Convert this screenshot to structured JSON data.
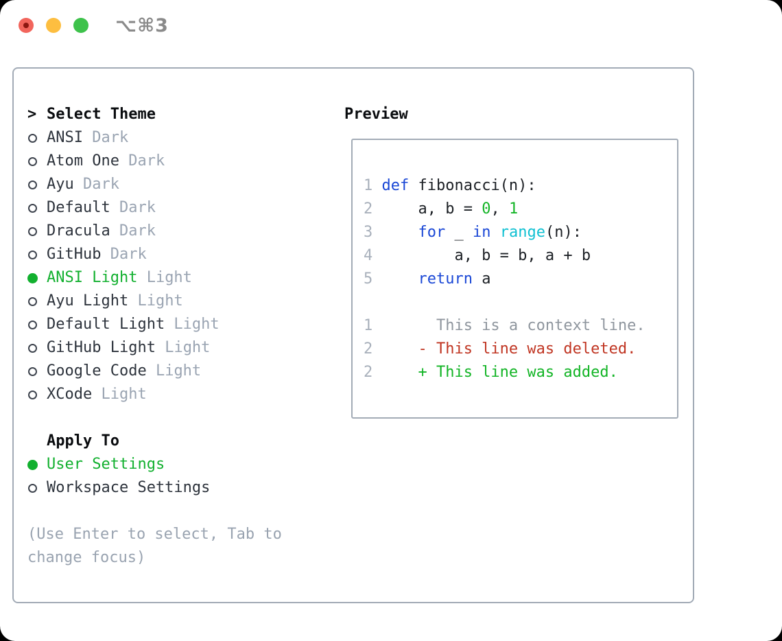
{
  "window": {
    "shortcut_label": "⌥⌘3"
  },
  "colors": {
    "window_bg": "#ffffff",
    "border_gray": "#a2abb6",
    "header_text": "#0a0c0f",
    "item_text": "#2d333c",
    "tag_gray": "#9aa4b2",
    "accent_green": "#12b02f",
    "radio_outline": "#3d434d",
    "help_gray": "#99a3b0",
    "keyword_blue": "#1a47d6",
    "function_cyan": "#0fc0d2",
    "number_green": "#12b425",
    "deleted_red": "#c03522",
    "added_green": "#12b425",
    "context_gray": "#8f969e",
    "line_number_gray": "#a8b0bb",
    "code_text": "#1b1f24",
    "shortcut_gray": "#8a8a8a",
    "traffic_red": "#f2655c",
    "traffic_red_dot": "#8c1710",
    "traffic_yellow": "#fdbe40",
    "traffic_green": "#3ec24b"
  },
  "theme_panel": {
    "header": {
      "marker": ">",
      "label": "Select Theme"
    },
    "themes": [
      {
        "name": "ANSI",
        "variant": "Dark",
        "selected": false
      },
      {
        "name": "Atom One",
        "variant": "Dark",
        "selected": false
      },
      {
        "name": "Ayu",
        "variant": "Dark",
        "selected": false
      },
      {
        "name": "Default",
        "variant": "Dark",
        "selected": false
      },
      {
        "name": "Dracula",
        "variant": "Dark",
        "selected": false
      },
      {
        "name": "GitHub",
        "variant": "Dark",
        "selected": false
      },
      {
        "name": "ANSI Light",
        "variant": "Light",
        "selected": true
      },
      {
        "name": "Ayu Light",
        "variant": "Light",
        "selected": false
      },
      {
        "name": "Default Light",
        "variant": "Light",
        "selected": false
      },
      {
        "name": "GitHub Light",
        "variant": "Light",
        "selected": false
      },
      {
        "name": "Google Code",
        "variant": "Light",
        "selected": false
      },
      {
        "name": "XCode",
        "variant": "Light",
        "selected": false
      }
    ],
    "apply_to": {
      "header": "Apply To",
      "options": [
        {
          "name": "User Settings",
          "selected": true
        },
        {
          "name": "Workspace Settings",
          "selected": false
        }
      ]
    },
    "help_lines": [
      "(Use Enter to select, Tab to",
      "change focus)"
    ]
  },
  "preview": {
    "title": "Preview",
    "lines": [
      {
        "num": "1",
        "tokens": [
          [
            "kw",
            "def"
          ],
          [
            "fg",
            " fibonacci(n):"
          ]
        ]
      },
      {
        "num": "2",
        "tokens": [
          [
            "fg",
            "    a, b = "
          ],
          [
            "num",
            "0"
          ],
          [
            "fg",
            ", "
          ],
          [
            "num",
            "1"
          ]
        ]
      },
      {
        "num": "3",
        "tokens": [
          [
            "fg",
            "    "
          ],
          [
            "kw",
            "for"
          ],
          [
            "fg",
            " _ "
          ],
          [
            "kw",
            "in"
          ],
          [
            "fg",
            " "
          ],
          [
            "fn",
            "range"
          ],
          [
            "fg",
            "(n):"
          ]
        ]
      },
      {
        "num": "4",
        "tokens": [
          [
            "fg",
            "        a, b = b, a + b"
          ]
        ]
      },
      {
        "num": "5",
        "tokens": [
          [
            "fg",
            "    "
          ],
          [
            "kw",
            "return"
          ],
          [
            "fg",
            " a"
          ]
        ]
      },
      {
        "num": "",
        "tokens": []
      },
      {
        "num": "1",
        "tokens": [
          [
            "ctx",
            "      This is a context line."
          ]
        ]
      },
      {
        "num": "2",
        "tokens": [
          [
            "del",
            "    - This line was deleted."
          ]
        ]
      },
      {
        "num": "2",
        "tokens": [
          [
            "add",
            "    + This line was added."
          ]
        ]
      }
    ]
  }
}
